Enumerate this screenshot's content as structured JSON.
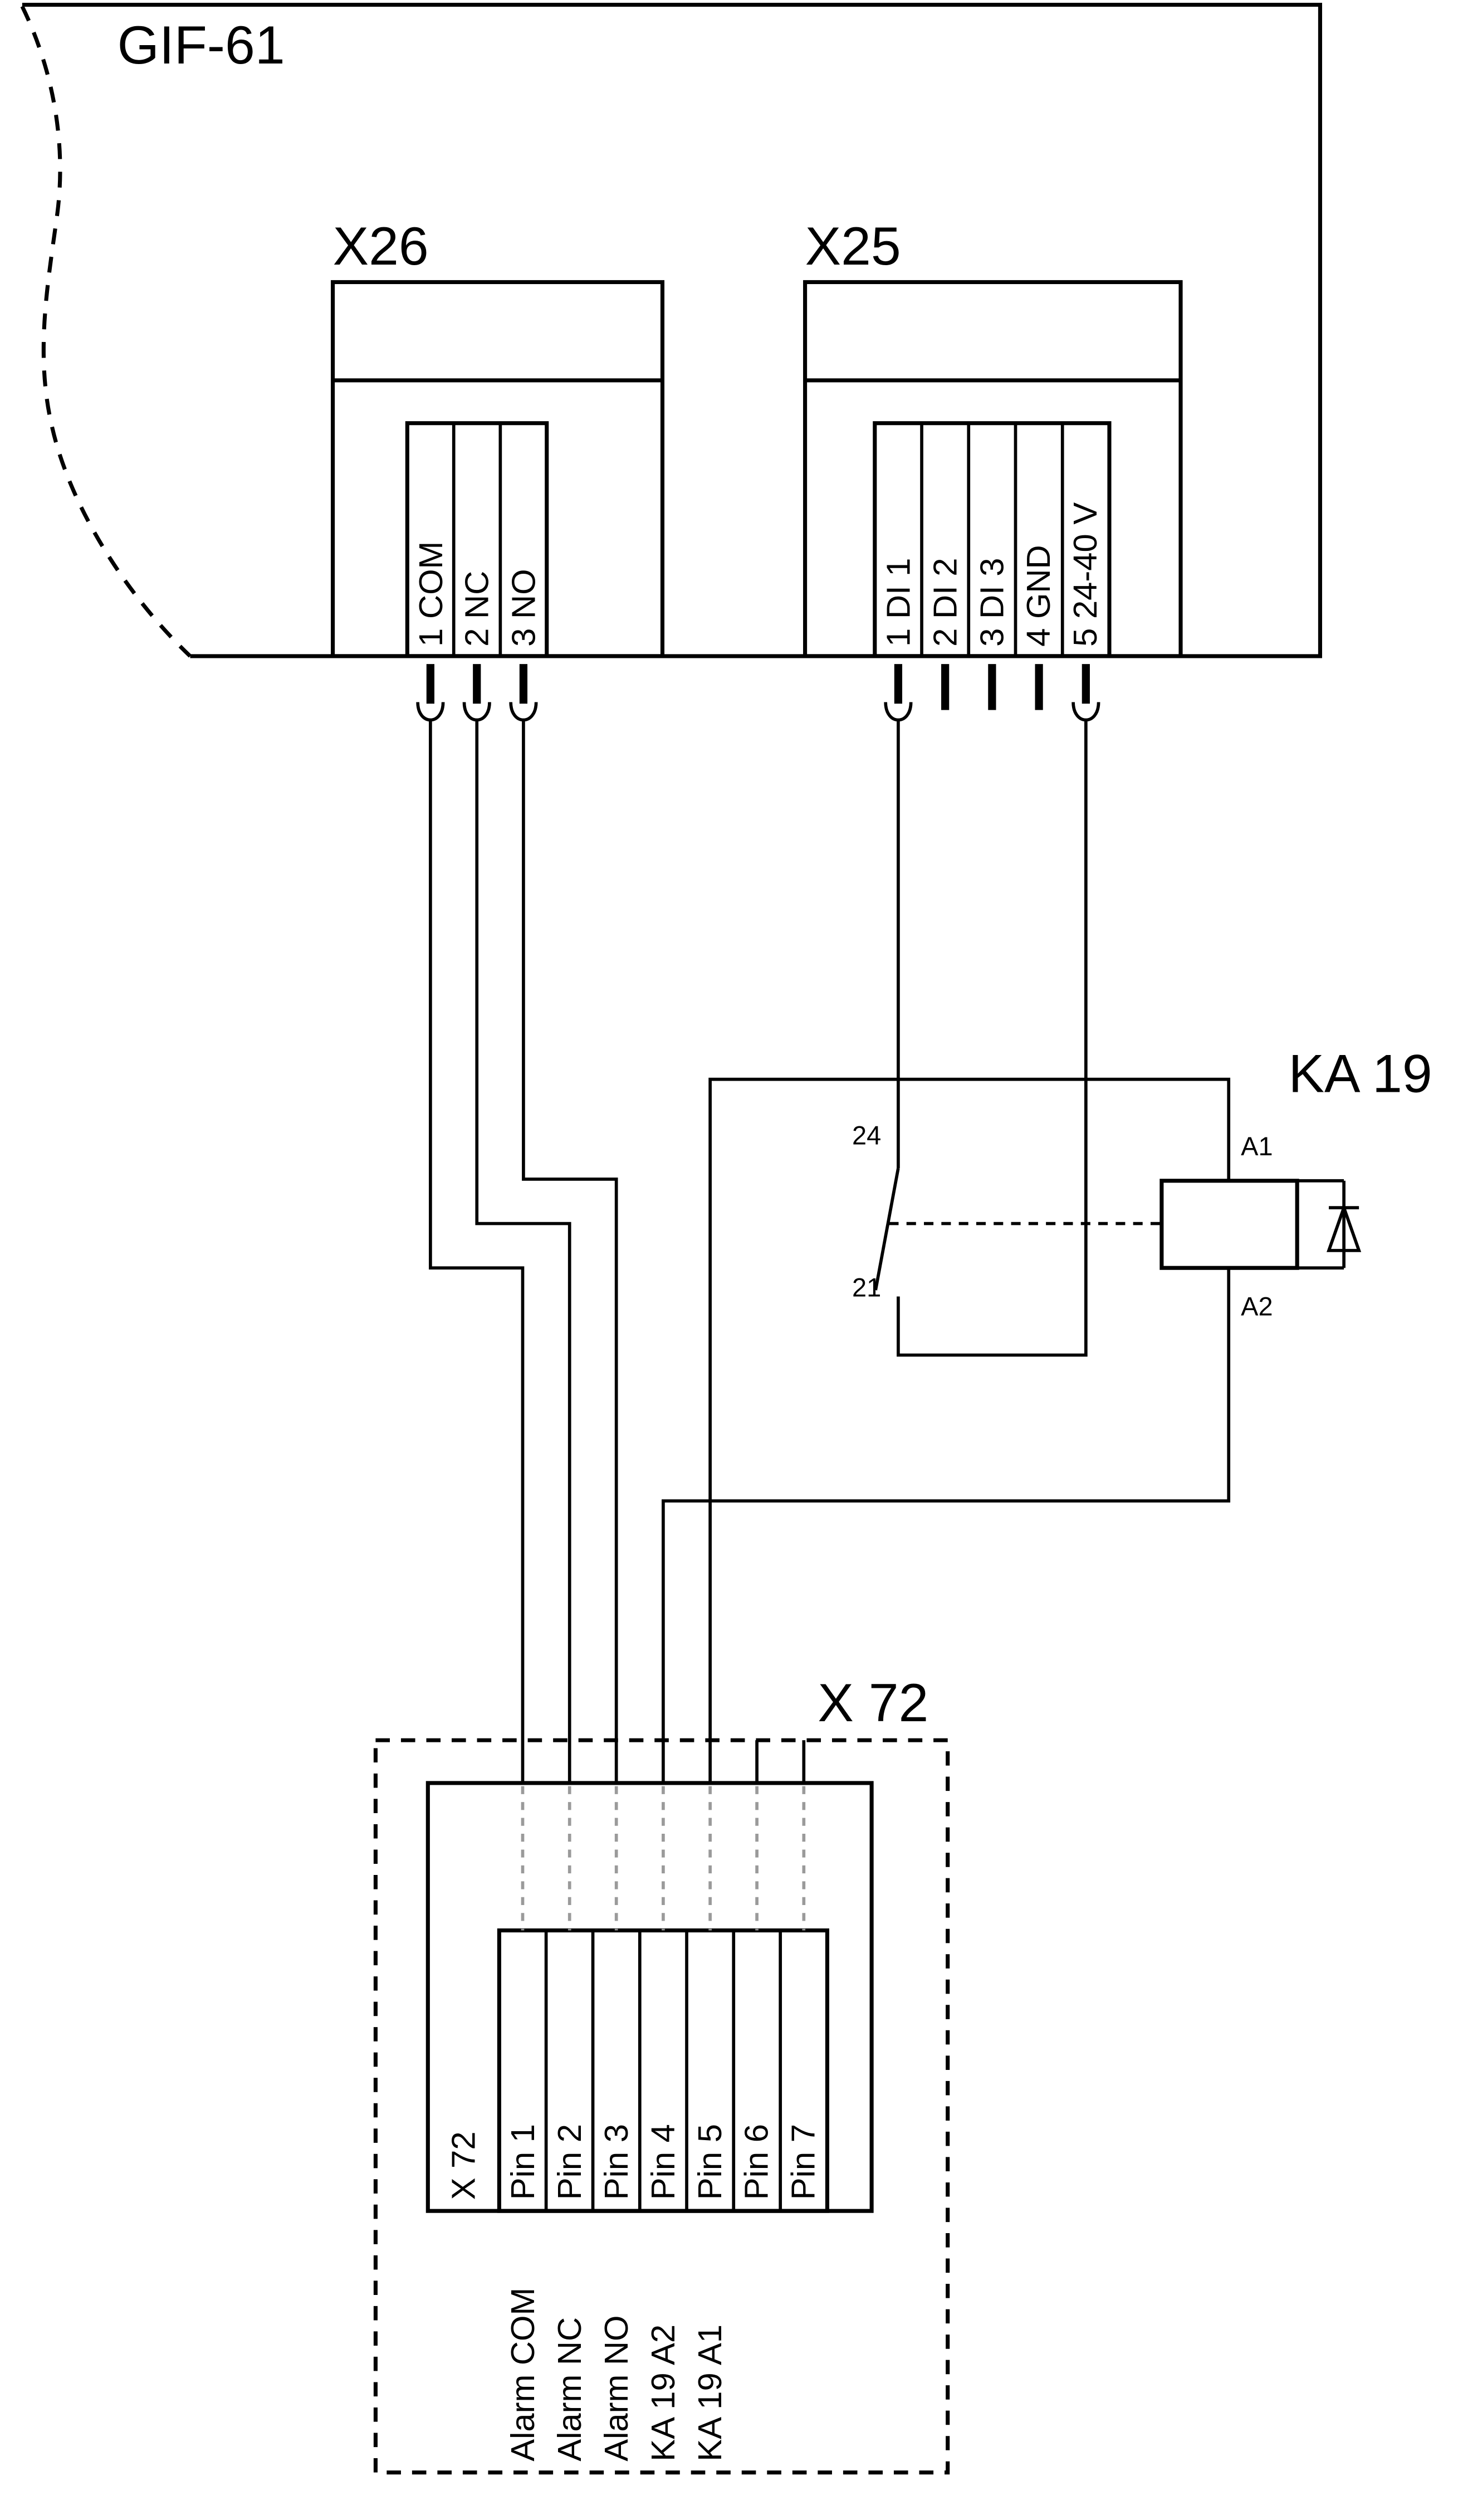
{
  "gif61": {
    "label": "GIF-61"
  },
  "x26": {
    "label": "X26",
    "terminals": [
      "1 COM",
      "2 NC",
      "3 NO"
    ]
  },
  "x25": {
    "label": "X25",
    "terminals": [
      "1 DI 1",
      "2 DI 2",
      "3 DI 3",
      "4 GND",
      "5 24-40 V"
    ]
  },
  "ka19": {
    "label": "KA 19",
    "contact_top": "24",
    "contact_bottom": "21",
    "coil_top": "A1",
    "coil_bottom": "A2"
  },
  "x72": {
    "title": "X 72",
    "block_label": "X 72",
    "pins": [
      "Pin 1",
      "Pin 2",
      "Pin 3",
      "Pin 4",
      "Pin 5",
      "Pin 6",
      "Pin 7"
    ],
    "signals": [
      "Alarm COM",
      "Alarm NC",
      "Alarm NO",
      "KA 19 A2",
      "KA 19 A1"
    ]
  },
  "colors": {
    "line": "#000000",
    "internal_dashed": "#9a9a9a",
    "background": "#ffffff"
  }
}
